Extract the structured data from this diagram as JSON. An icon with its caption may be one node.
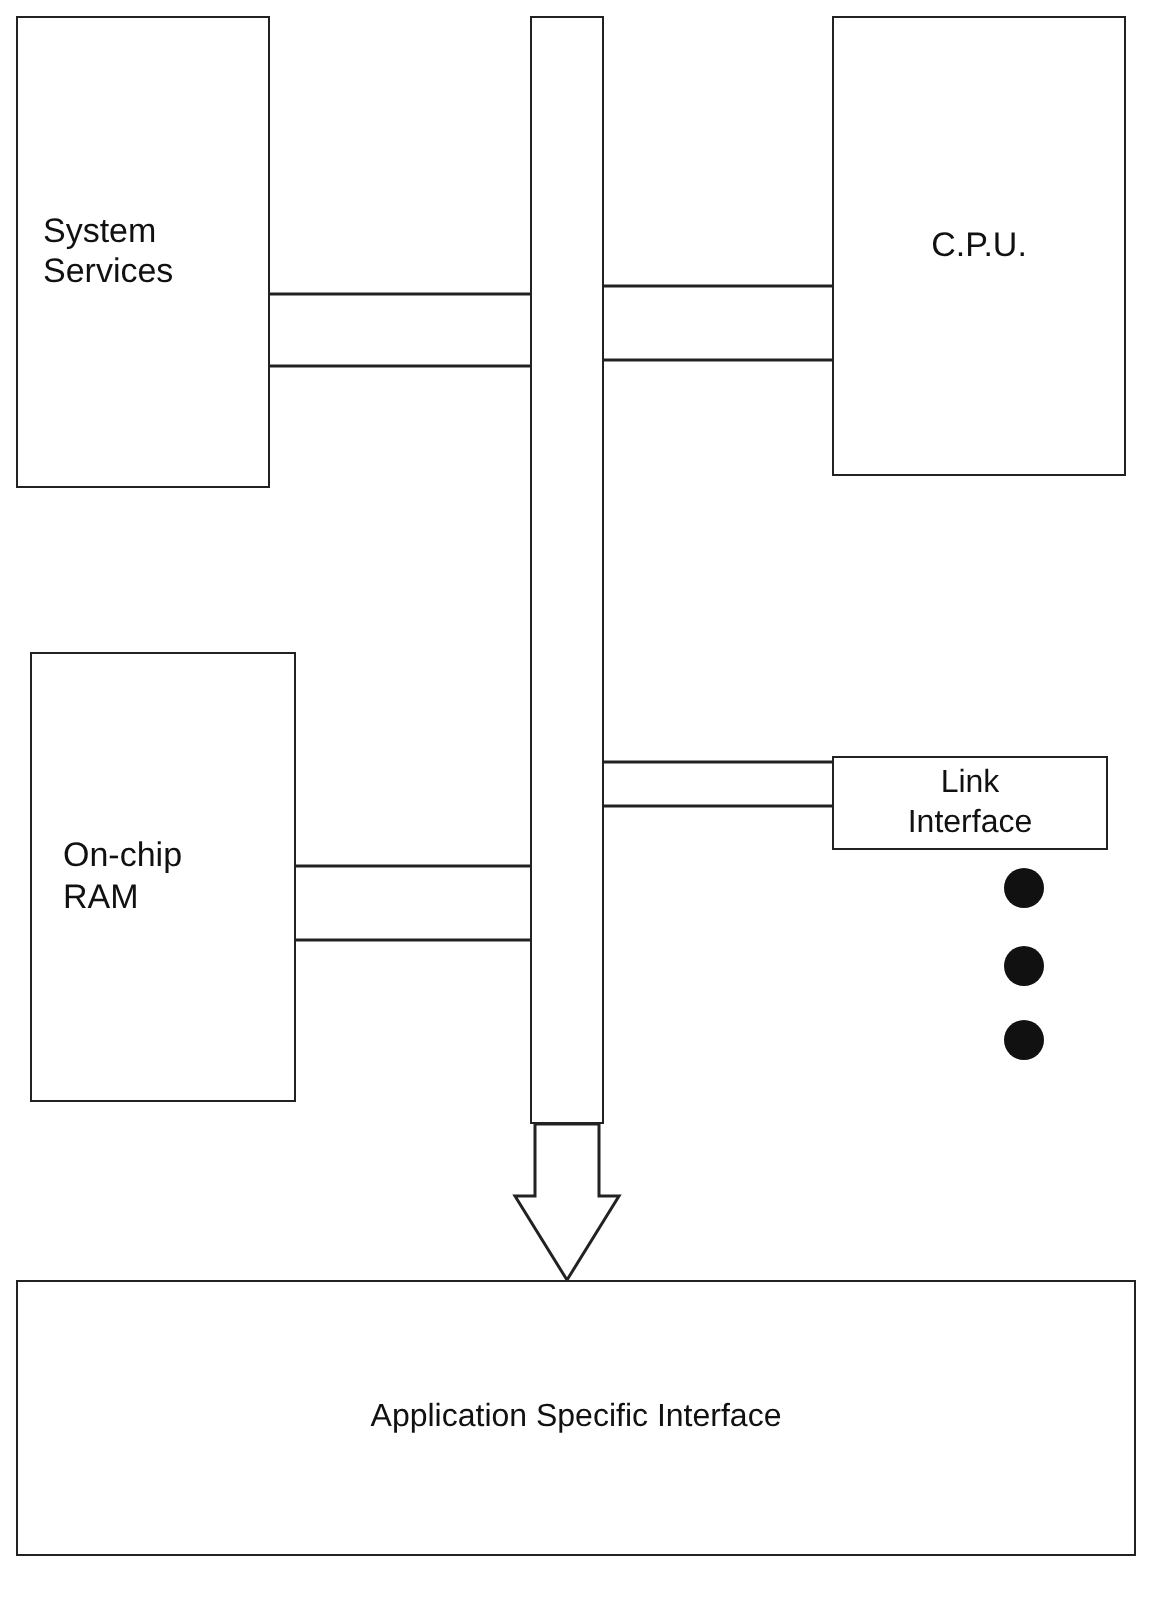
{
  "diagram": {
    "nodes": [
      {
        "text": [
          "System Services"
        ]
      },
      {
        "text": [],
        "shape": "bar"
      },
      {
        "text": [
          "C.P.U."
        ]
      },
      {
        "text": [
          "Link Interface"
        ]
      },
      {
        "text": [
          "On-chip RAM"
        ]
      },
      {
        "text": [
          "Application Specific Interface"
        ]
      }
    ],
    "edges": [
      {
        "from": 0,
        "to": 1,
        "arrow": "none"
      },
      {
        "from": 1,
        "to": 2,
        "arrow": "none"
      },
      {
        "from": 1,
        "to": 3,
        "arrow": "none"
      },
      {
        "from": 4,
        "to": 1,
        "arrow": "none"
      },
      {
        "from": 1,
        "to": 5,
        "arrow": "to",
        "style": "thick"
      }
    ]
  }
}
